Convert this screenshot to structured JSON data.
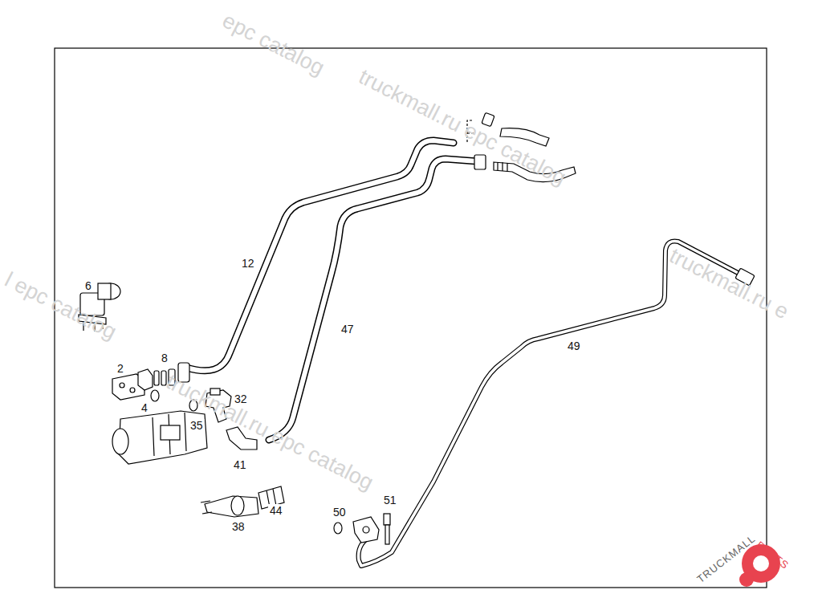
{
  "diagram": {
    "labels": [
      "12",
      "47",
      "6",
      "8",
      "2",
      "4",
      "35",
      "32",
      "41",
      "49",
      "38",
      "44",
      "50",
      "51",
      "epc catalog",
      "truckmall.ru epc catalog",
      "l epc catalog",
      "truckmall.ru e",
      "truckmall.ru epc catalog",
      "TRUCKMALL",
      "PARTS"
    ]
  }
}
